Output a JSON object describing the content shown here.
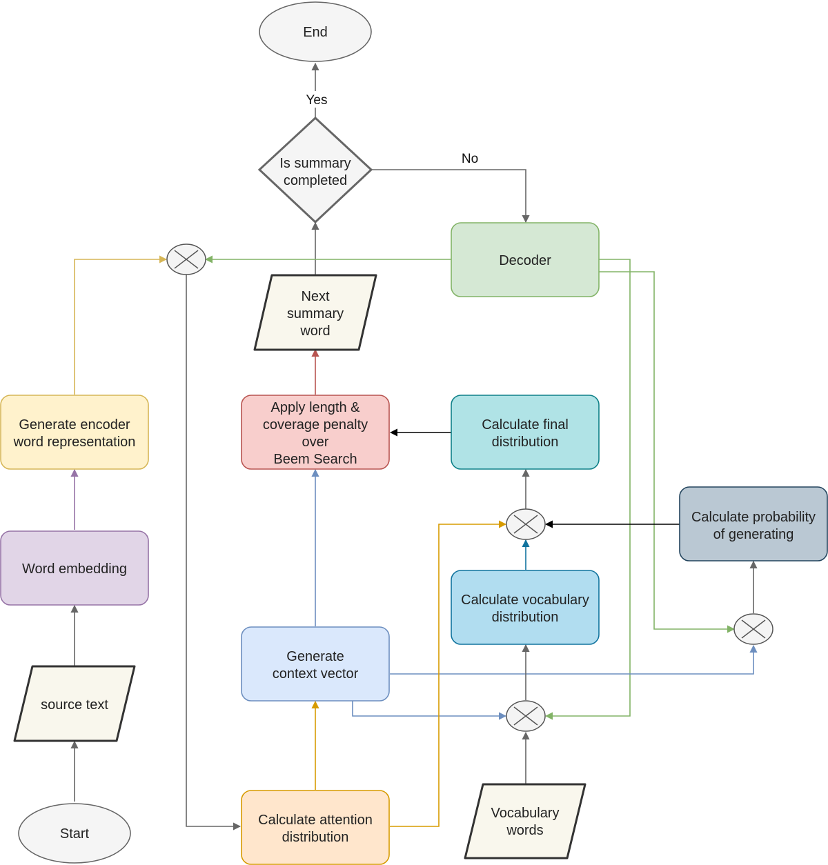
{
  "nodes": {
    "end": "End",
    "decision_l1": "Is summary",
    "decision_l2": "completed",
    "decoder": "Decoder",
    "next_word_l1": "Next",
    "next_word_l2": "summary",
    "next_word_l3": "word",
    "enc_rep_l1": "Generate encoder",
    "enc_rep_l2": "word representation",
    "penalty_l1": "Apply length &",
    "penalty_l2": "coverage penalty",
    "penalty_l3": "over",
    "penalty_l4": "Beem Search",
    "final_dist_l1": "Calculate final",
    "final_dist_l2": "distribution",
    "prob_gen_l1": "Calculate probability",
    "prob_gen_l2": "of generating",
    "word_emb": "Word embedding",
    "vocab_dist_l1": "Calculate vocabulary",
    "vocab_dist_l2": "distribution",
    "context_l1": "Generate",
    "context_l2": "context vector",
    "source": "source text",
    "attention_l1": "Calculate attention",
    "attention_l2": "distribution",
    "vocab_words_l1": "Vocabulary",
    "vocab_words_l2": "words",
    "start": "Start"
  },
  "edge_labels": {
    "yes": "Yes",
    "no": "No"
  },
  "colors": {
    "gray": "#666666",
    "green": "#82b366",
    "yellow": "#d6b656",
    "purple": "#9673a6",
    "red": "#b85450",
    "blue": "#6c8ebf",
    "orange": "#d79b00",
    "teal": "#10739e",
    "black": "#000000"
  }
}
